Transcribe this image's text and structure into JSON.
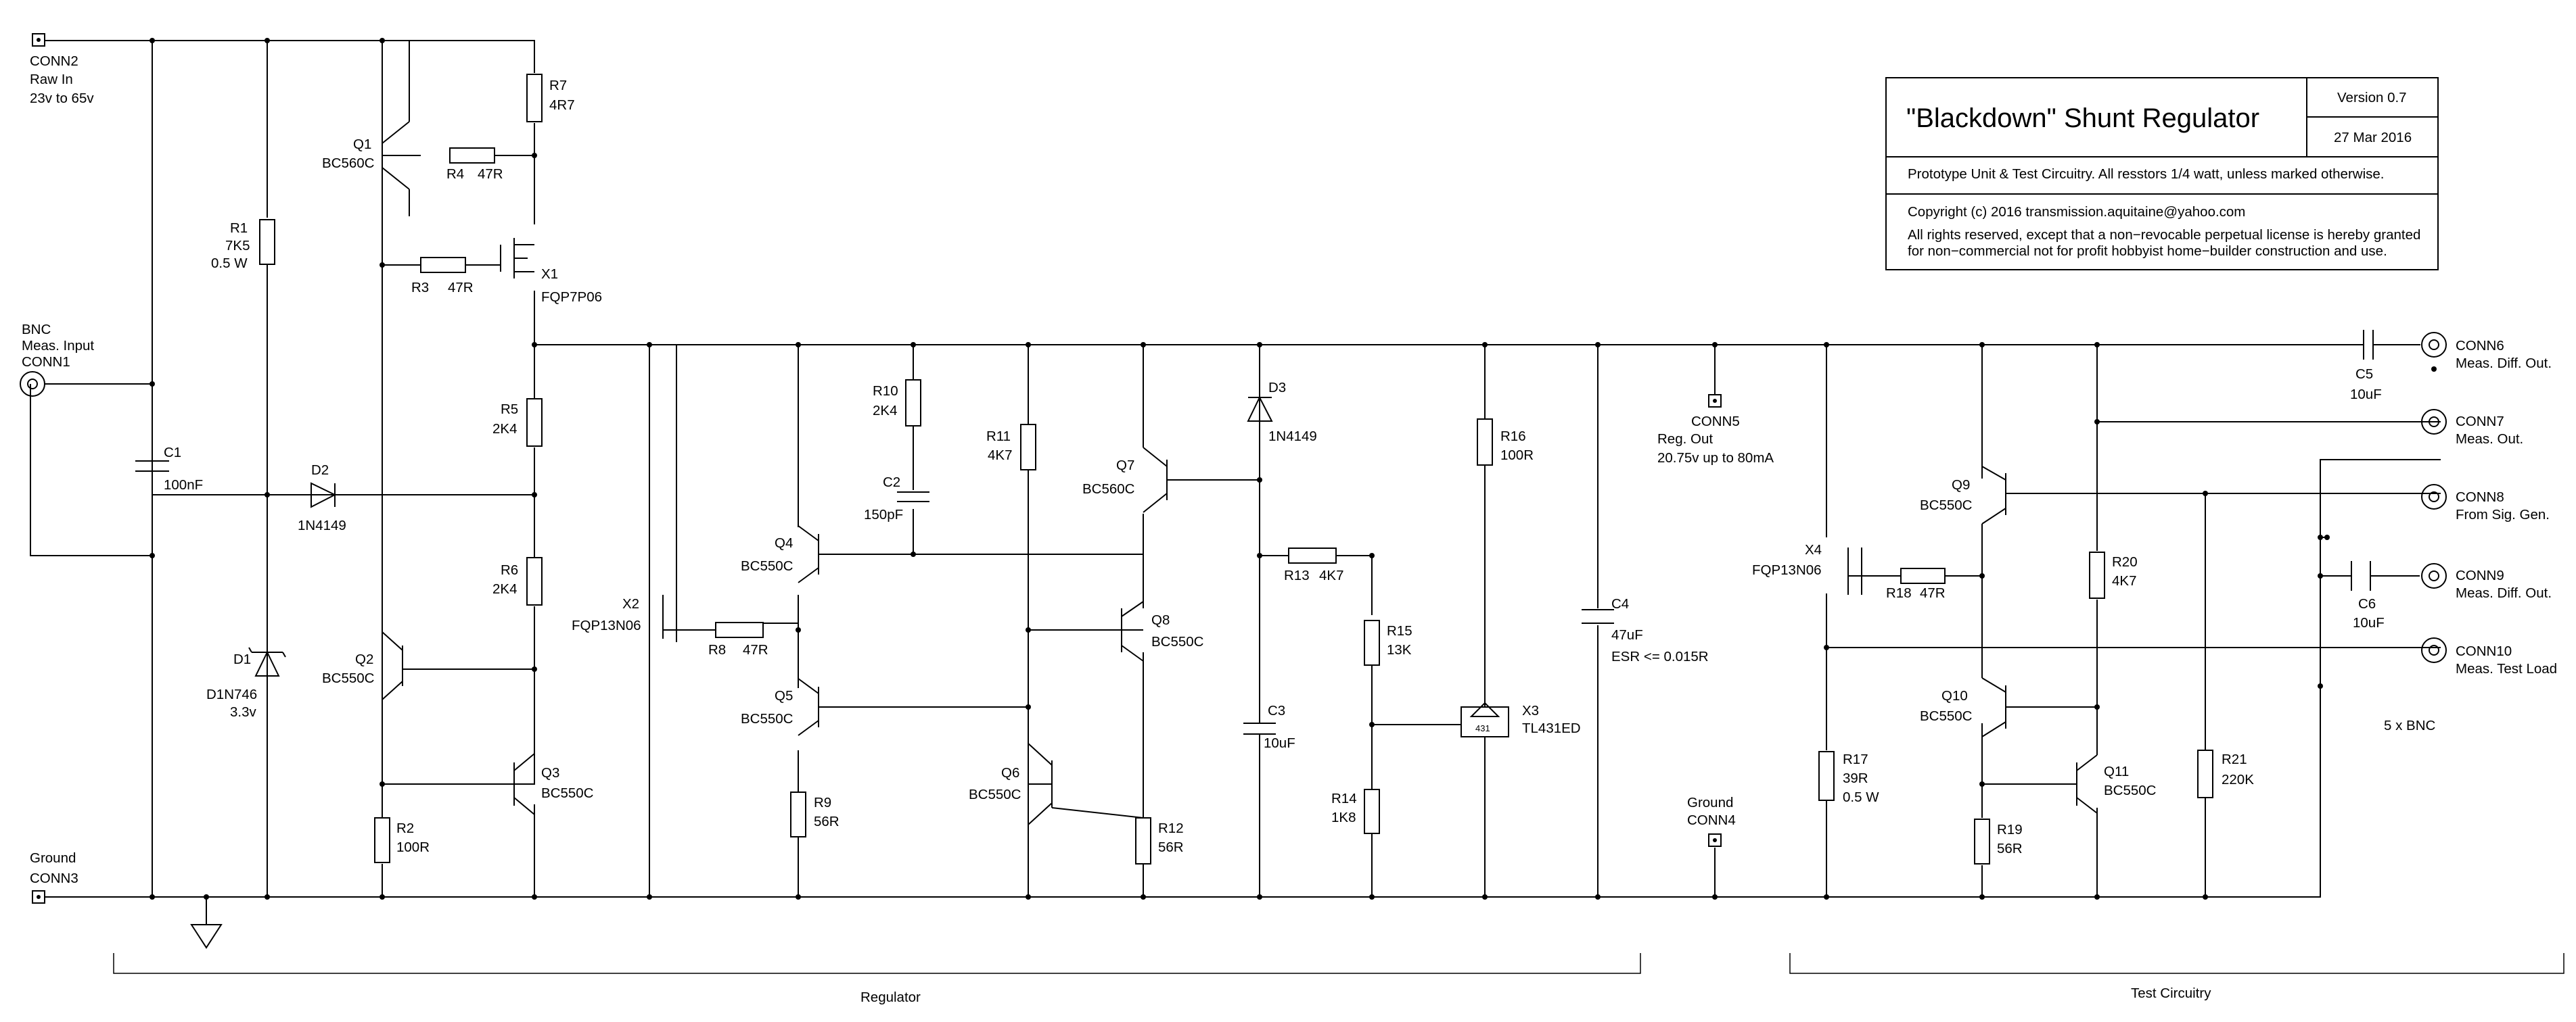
{
  "title_block": {
    "title": "\"Blackdown\"  Shunt  Regulator",
    "version": "Version  0.7",
    "date": "27 Mar 2016",
    "description": "Prototype Unit & Test Circuitry. All resstors 1/4 watt, unless marked otherwise.",
    "copyright": "Copyright (c) 2016 transmission.aquitaine@yahoo.com",
    "license_line1": "All rights reserved, except that a non−revocable perpetual license is hereby granted",
    "license_line2": "for non−commercial not for profit hobbyist home−builder construction and use."
  },
  "connectors": {
    "conn2": {
      "ref": "CONN2",
      "l1": "Raw In",
      "l2": "23v to 65v"
    },
    "conn1": {
      "l0": "BNC",
      "l1": "Meas. Input",
      "ref": "CONN1"
    },
    "conn3": {
      "l1": "Ground",
      "ref": "CONN3"
    },
    "conn5": {
      "ref": "CONN5",
      "l1": "Reg. Out",
      "l2": "20.75v up to 80mA"
    },
    "conn4": {
      "l1": "Ground",
      "ref": "CONN4"
    },
    "conn6": {
      "ref": "CONN6",
      "l1": "Meas. Diff. Out."
    },
    "conn7": {
      "ref": "CONN7",
      "l1": "Meas. Out."
    },
    "conn8": {
      "ref": "CONN8",
      "l1": "From Sig. Gen."
    },
    "conn9": {
      "ref": "CONN9",
      "l1": "Meas. Diff. Out."
    },
    "conn10": {
      "ref": "CONN10",
      "l1": "Meas. Test Load"
    },
    "bnc_note": "5 x BNC"
  },
  "resistors": {
    "r1": {
      "ref": "R1",
      "value": "7K5",
      "extra": "0.5 W"
    },
    "r2": {
      "ref": "R2",
      "value": "100R"
    },
    "r3": {
      "ref": "R3",
      "value": "47R"
    },
    "r4": {
      "ref": "R4",
      "value": "47R"
    },
    "r5": {
      "ref": "R5",
      "value": "2K4"
    },
    "r6": {
      "ref": "R6",
      "value": "2K4"
    },
    "r7": {
      "ref": "R7",
      "value": "4R7"
    },
    "r8": {
      "ref": "R8",
      "value": "47R"
    },
    "r9": {
      "ref": "R9",
      "value": "56R"
    },
    "r10": {
      "ref": "R10",
      "value": "2K4"
    },
    "r11": {
      "ref": "R11",
      "value": "4K7"
    },
    "r12": {
      "ref": "R12",
      "value": "56R"
    },
    "r13": {
      "ref": "R13",
      "value": "4K7"
    },
    "r14": {
      "ref": "R14",
      "value": "1K8"
    },
    "r15": {
      "ref": "R15",
      "value": "13K"
    },
    "r16": {
      "ref": "R16",
      "value": "100R"
    },
    "r17": {
      "ref": "R17",
      "value": "39R",
      "extra": "0.5 W"
    },
    "r18": {
      "ref": "R18",
      "value": "47R"
    },
    "r19": {
      "ref": "R19",
      "value": "56R"
    },
    "r20": {
      "ref": "R20",
      "value": "4K7"
    },
    "r21": {
      "ref": "R21",
      "value": "220K"
    }
  },
  "capacitors": {
    "c1": {
      "ref": "C1",
      "value": "100nF"
    },
    "c2": {
      "ref": "C2",
      "value": "150pF"
    },
    "c3": {
      "ref": "C3",
      "value": "10uF"
    },
    "c4": {
      "ref": "C4",
      "value": "47uF",
      "extra": "ESR <= 0.015R"
    },
    "c5": {
      "ref": "C5",
      "value": "10uF"
    },
    "c6": {
      "ref": "C6",
      "value": "10uF"
    }
  },
  "diodes": {
    "d1": {
      "ref": "D1",
      "value": "D1N746",
      "extra": "3.3v"
    },
    "d2": {
      "ref": "D2",
      "value": "1N4149"
    },
    "d3": {
      "ref": "D3",
      "value": "1N4149"
    }
  },
  "transistors": {
    "q1": {
      "ref": "Q1",
      "value": "BC560C"
    },
    "q2": {
      "ref": "Q2",
      "value": "BC550C"
    },
    "q3": {
      "ref": "Q3",
      "value": "BC550C"
    },
    "q4": {
      "ref": "Q4",
      "value": "BC550C"
    },
    "q5": {
      "ref": "Q5",
      "value": "BC550C"
    },
    "q6": {
      "ref": "Q6",
      "value": "BC550C"
    },
    "q7": {
      "ref": "Q7",
      "value": "BC560C"
    },
    "q8": {
      "ref": "Q8",
      "value": "BC550C"
    },
    "q9": {
      "ref": "Q9",
      "value": "BC550C"
    },
    "q10": {
      "ref": "Q10",
      "value": "BC550C"
    },
    "q11": {
      "ref": "Q11",
      "value": "BC550C"
    },
    "x1": {
      "ref": "X1",
      "value": "FQP7P06"
    },
    "x2": {
      "ref": "X2",
      "value": "FQP13N06"
    },
    "x4": {
      "ref": "X4",
      "value": "FQP13N06"
    },
    "x3": {
      "ref": "X3",
      "value": "TL431ED",
      "body": "431"
    }
  },
  "sections": {
    "regulator": "Regulator",
    "test": "Test Circuitry"
  }
}
